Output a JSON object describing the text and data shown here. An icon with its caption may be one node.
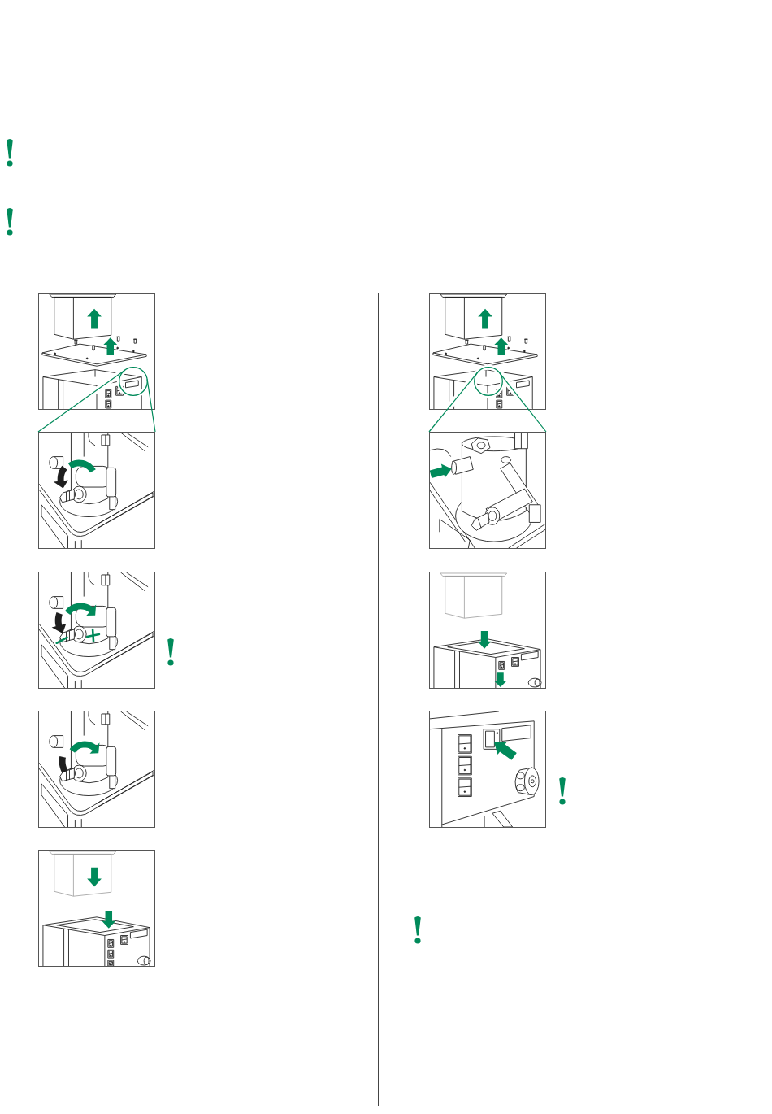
{
  "diagram": {
    "nodes": [
      {
        "text": [],
        "shape": "picture"
      },
      {
        "text": [],
        "shape": "circle",
        "in": 0
      },
      {
        "text": [],
        "shape": "picture"
      },
      {
        "text": [],
        "shape": "picture"
      },
      {
        "text": [],
        "shape": "picture"
      },
      {
        "text": [],
        "shape": "picture"
      },
      {
        "text": [],
        "shape": "picture"
      },
      {
        "text": [],
        "shape": "circle",
        "in": 6
      },
      {
        "text": [],
        "shape": "picture"
      },
      {
        "text": [],
        "shape": "picture"
      },
      {
        "text": [],
        "shape": "picture"
      }
    ],
    "edges": [
      {
        "from": 1,
        "to": 2,
        "arrow": "none"
      },
      {
        "from": 1,
        "to": 2,
        "arrow": "none"
      },
      {
        "from": 7,
        "to": 8,
        "arrow": "none"
      },
      {
        "from": 7,
        "to": 8,
        "arrow": "none"
      }
    ]
  }
}
